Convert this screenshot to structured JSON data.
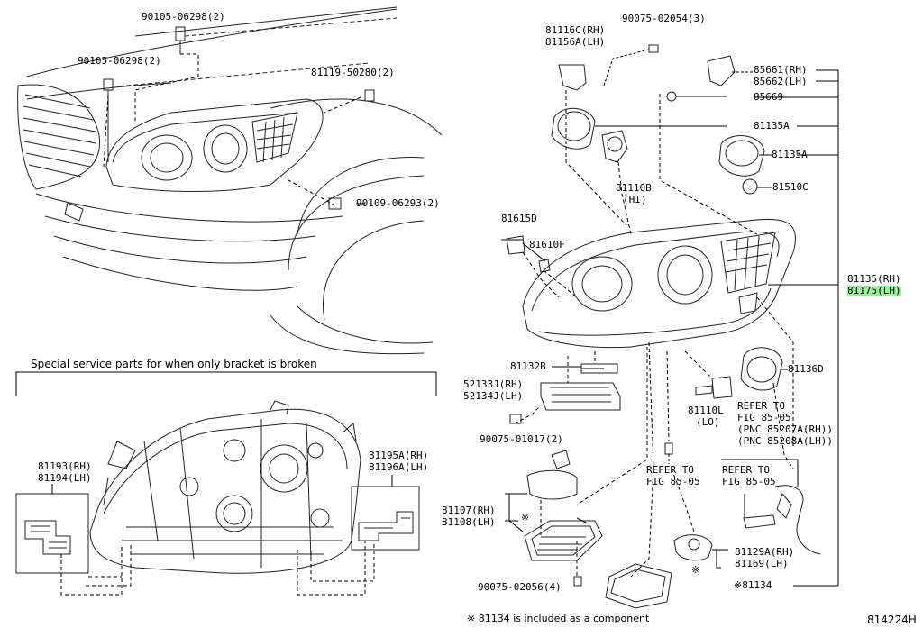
{
  "labels": {
    "p9010506298a": "90105-06298(2)",
    "p9010506298b": "90105-06298(2)",
    "p8111950280": "81119-50280(2)",
    "p9010906293": "90109-06293(2)",
    "p81116c": "81116C(RH)",
    "p81156a": "81156A(LH)",
    "p9007502054": "90075-02054(3)",
    "p85661": "85661(RH)",
    "p85662": "85662(LH)",
    "p85669": "85669",
    "p81135a1": "81135A",
    "p81135a2": "81135A",
    "p81510c": "81510C",
    "p81110b": "81110B",
    "p81110b_sub": "(HI)",
    "p81615d": "81615D",
    "p81610f": "81610F",
    "p81135": "81135(RH)",
    "p81175": "81175(LH)",
    "p81132b": "81132B",
    "p52133j": "52133J(RH)",
    "p52134j": "52134J(LH)",
    "p81136d": "81136D",
    "p81110l": "81110L",
    "p81110l_sub": "(LO)",
    "p9007501017": "90075-01017(2)",
    "refer1_a": "REFER TO",
    "refer1_b": "FIG 85-05",
    "refer1_c": "(PNC 85207A(RH))",
    "refer1_d": "(PNC 85208A(LH))",
    "refer2_a": "REFER TO",
    "refer2_b": "FIG 85-05",
    "refer3_a": "REFER TO",
    "refer3_b": "FIG 85-05",
    "p81107": "81107(RH)",
    "p81108": "81108(LH)",
    "p81129a": "81129A(RH)",
    "p81169": "81169(LH)",
    "p9007502056": "90075-02056(4)",
    "p81134": "※81134",
    "p81193": "81193(RH)",
    "p81194": "81194(LH)",
    "p81195a": "81195A(RH)",
    "p81196a": "81196A(LH)",
    "mark1": "※",
    "mark2": "※"
  },
  "special_note": "Special service parts for when only bracket is broken",
  "footnote": "※ 81134 is included as a component",
  "figure_code": "814224H",
  "colors": {
    "highlight": "#9bf29b",
    "line": "#000000"
  }
}
